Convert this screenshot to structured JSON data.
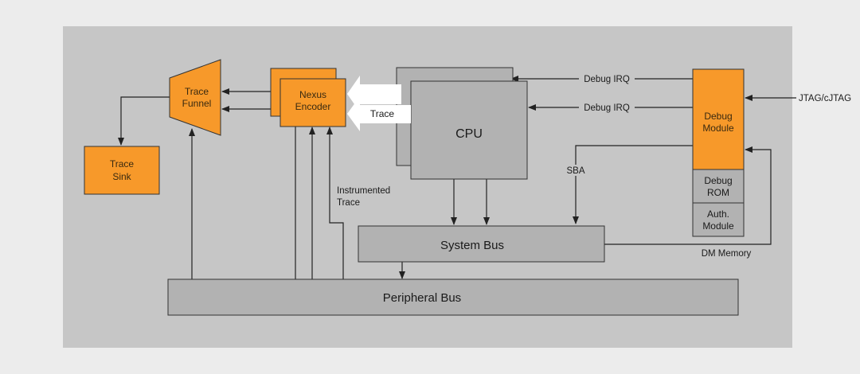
{
  "colors": {
    "page_background": "#ececec",
    "panel_background": "#c6c6c6",
    "block_gray": "#b2b2b2",
    "block_orange": "#f7992a",
    "line": "#222222",
    "trace_arrow": "#ffffff"
  },
  "blocks": {
    "trace_funnel": {
      "line1": "Trace",
      "line2": "Funnel"
    },
    "trace_sink": {
      "line1": "Trace",
      "line2": "Sink"
    },
    "nexus_encoder": {
      "line1": "Nexus",
      "line2": "Encoder"
    },
    "cpu": {
      "label": "CPU"
    },
    "debug_module": {
      "line1": "Debug",
      "line2": "Module"
    },
    "debug_rom": {
      "line1": "Debug",
      "line2": "ROM"
    },
    "auth_module": {
      "line1": "Auth.",
      "line2": "Module"
    },
    "system_bus": {
      "label": "System Bus"
    },
    "peripheral_bus": {
      "label": "Peripheral Bus"
    }
  },
  "connections": {
    "debug_irq_1": "Debug IRQ",
    "debug_irq_2": "Debug IRQ",
    "jtag": "JTAG/cJTAG",
    "sba": "SBA",
    "dm_memory": "DM Memory",
    "trace": "Trace",
    "instrumented_trace_line1": "Instrumented",
    "instrumented_trace_line2": "Trace"
  }
}
